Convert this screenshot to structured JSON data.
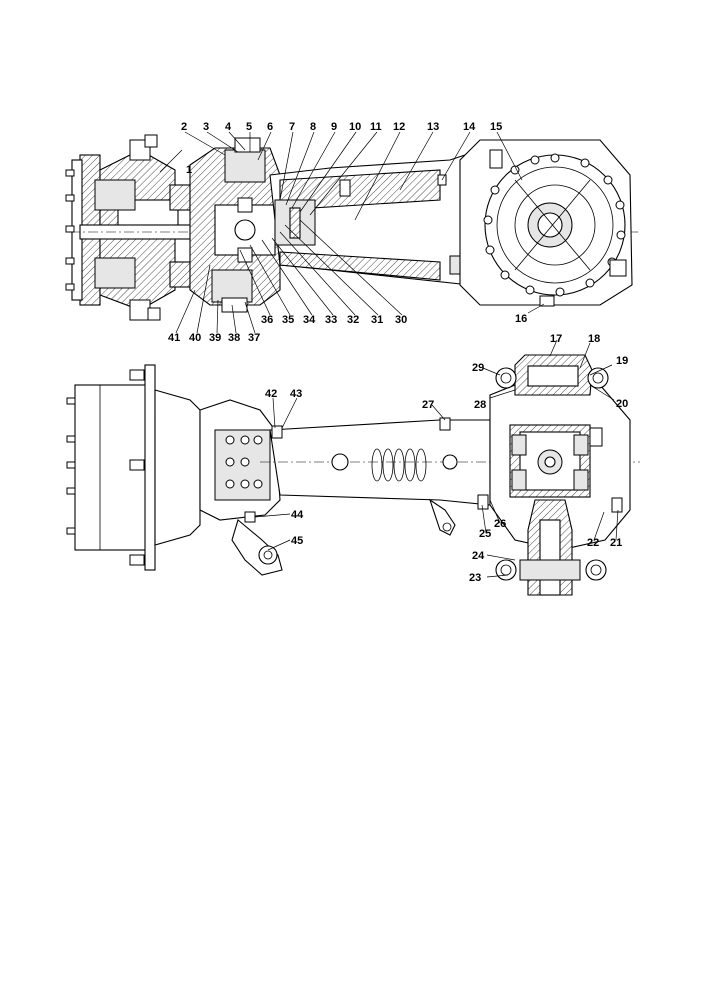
{
  "callouts_top": [
    "1",
    "2",
    "3",
    "4",
    "5",
    "6",
    "7",
    "8",
    "9",
    "10",
    "11",
    "12",
    "13",
    "14",
    "15",
    "16",
    "30",
    "31",
    "32",
    "33",
    "34",
    "35",
    "36",
    "37",
    "38",
    "39",
    "40",
    "41"
  ],
  "callouts_bottom": [
    "17",
    "18",
    "19",
    "20",
    "21",
    "22",
    "23",
    "24",
    "25",
    "26",
    "27",
    "28",
    "29",
    "42",
    "43",
    "44",
    "45"
  ]
}
